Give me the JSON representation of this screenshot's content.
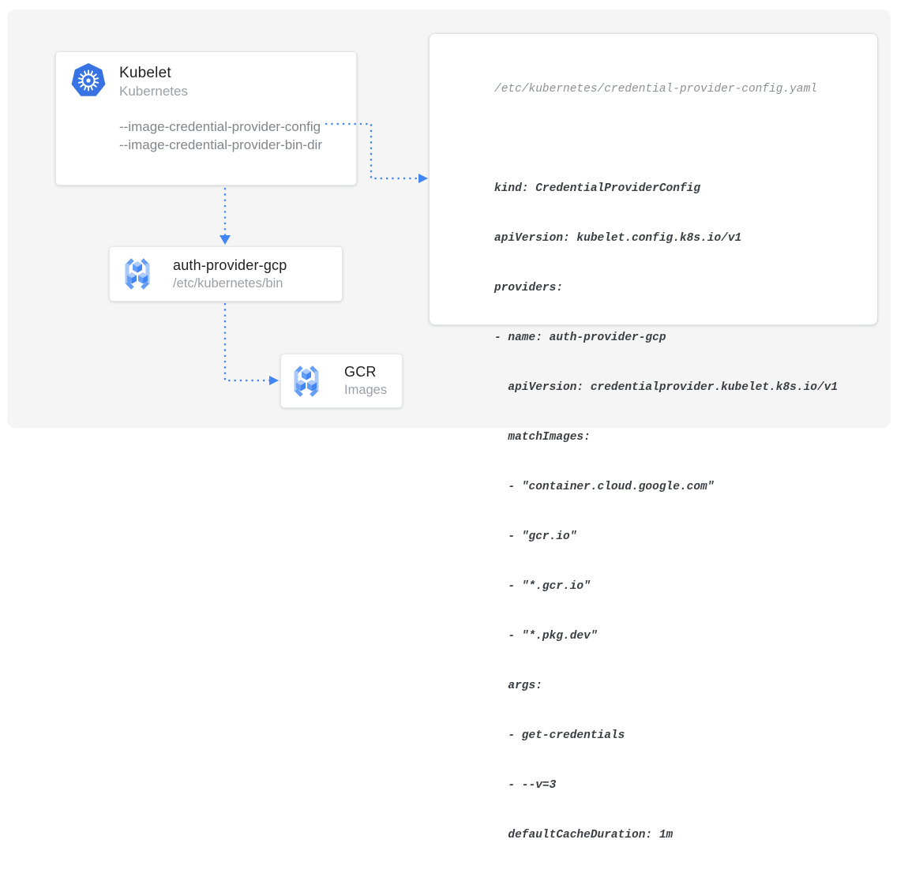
{
  "colors": {
    "arrow_blue": "#4285F4",
    "panel_background": "#F5F5F5",
    "kubernetes_blue": "#3873E3",
    "title_text": "#212121",
    "subtitle_text": "#9AA0A6",
    "code_text": "#3A3F44",
    "code_filename_text": "#8D9196"
  },
  "cards": {
    "kubelet": {
      "title": "Kubelet",
      "subtitle": "Kubernetes",
      "flags": [
        "--image-credential-provider-config",
        "--image-credential-provider-bin-dir"
      ]
    },
    "auth_provider": {
      "title": "auth-provider-gcp",
      "subtitle": "/etc/kubernetes/bin"
    },
    "gcr": {
      "title": "GCR",
      "subtitle": "Images"
    }
  },
  "code_panel": {
    "filename": "/etc/kubernetes/credential-provider-config.yaml",
    "lines": [
      "kind: CredentialProviderConfig",
      "apiVersion: kubelet.config.k8s.io/v1",
      "providers:",
      "- name: auth-provider-gcp",
      "  apiVersion: credentialprovider.kubelet.k8s.io/v1",
      "  matchImages:",
      "  - \"container.cloud.google.com\"",
      "  - \"gcr.io\"",
      "  - \"*.gcr.io\"",
      "  - \"*.pkg.dev\"",
      "  args:",
      "  - get-credentials",
      "  - --v=3",
      "  defaultCacheDuration: 1m"
    ]
  }
}
